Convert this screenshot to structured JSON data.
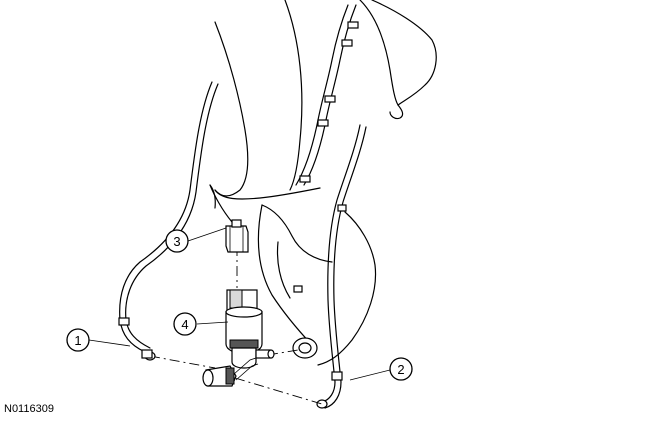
{
  "callouts": {
    "c1": "1",
    "c2": "2",
    "c3": "3",
    "c4": "4"
  },
  "figure_id": "N0116309"
}
